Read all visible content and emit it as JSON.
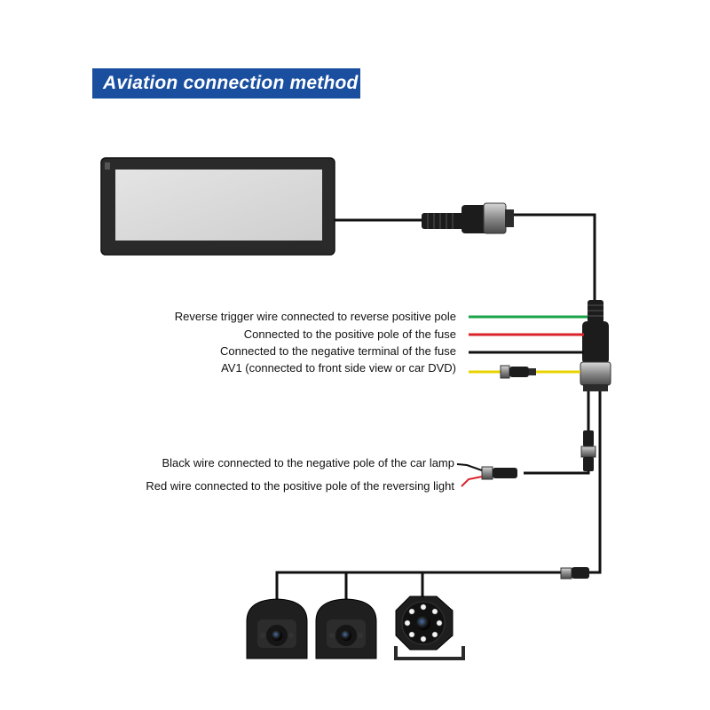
{
  "title": "Aviation connection method",
  "labels": {
    "reverse_trigger": "Reverse trigger wire connected to reverse positive pole",
    "fuse_positive": "Connected to the positive pole of the fuse",
    "fuse_negative": "Connected to the negative terminal of the fuse",
    "av1": "AV1 (connected to front side view or car DVD)",
    "black_wire": "Black wire connected to the negative pole of the car lamp",
    "red_wire": "Red wire connected to the positive pole of the reversing light"
  },
  "colors": {
    "banner": "#1a4fa0",
    "green_wire": "#1aa34a",
    "red_wire": "#d8232a",
    "black_wire": "#111111",
    "yellow_wire": "#e8d200"
  }
}
